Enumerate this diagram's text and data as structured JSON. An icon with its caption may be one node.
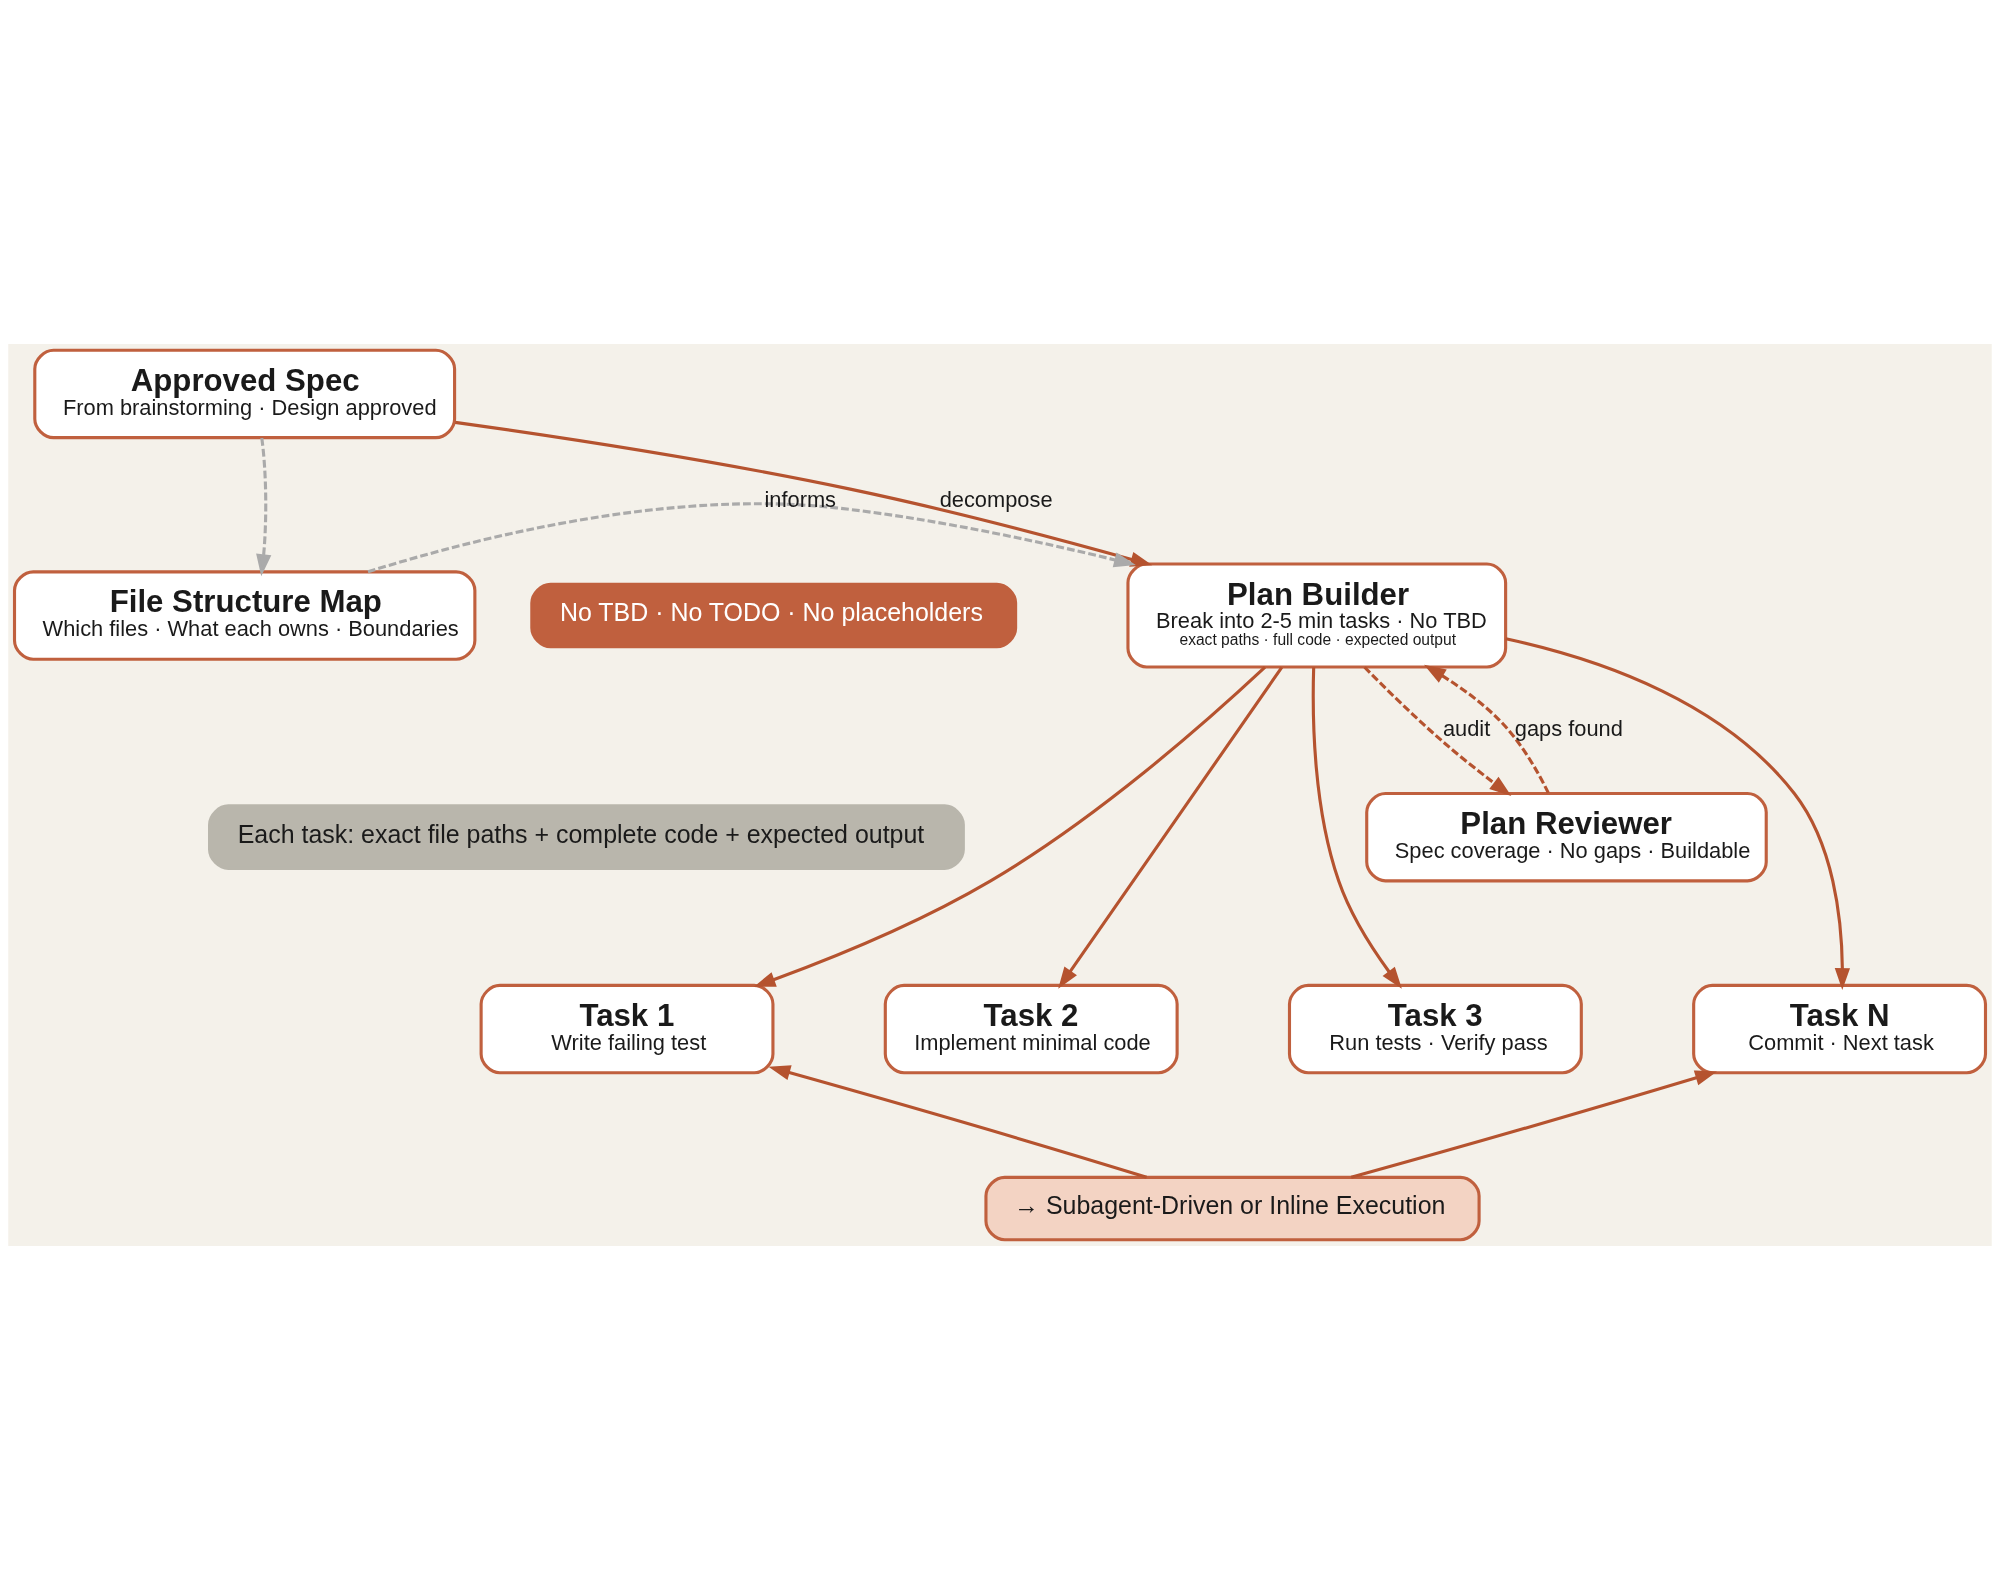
{
  "diagram": {
    "nodes": [
      {
        "text": [
          "Approved Spec",
          "From brainstorming · Design approved"
        ]
      },
      {
        "text": [
          "Plan Builder",
          "Break into 2-5 min tasks · No TBD",
          "exact paths · full code · expected output"
        ]
      },
      {
        "text": [
          "File Structure Map",
          "Which files · What each owns · Boundaries"
        ]
      },
      {
        "text": [
          "Plan Reviewer",
          "Spec coverage · No gaps · Buildable"
        ]
      },
      {
        "text": [
          "Task 1",
          "Write failing test"
        ]
      },
      {
        "text": [
          "Task 2",
          "Implement minimal code"
        ]
      },
      {
        "text": [
          "Task 3",
          "Run tests · Verify pass"
        ]
      },
      {
        "text": [
          "Task N",
          "Commit · Next task"
        ]
      },
      {
        "text": [
          "No TBD · No TODO · No placeholders"
        ]
      },
      {
        "text": [
          "Each task: exact file paths + complete code + expected output"
        ]
      },
      {
        "text": [
          "→ Subagent-Driven or Inline Execution"
        ]
      }
    ],
    "edges": [
      {
        "from": 0,
        "to": 1,
        "arrow": "to",
        "label": "decompose"
      },
      {
        "from": 0,
        "to": 2,
        "arrow": "to",
        "style": "dashed",
        "color": "#aaaaaa"
      },
      {
        "from": 2,
        "to": 1,
        "arrow": "to",
        "label": "informs",
        "style": "dashed",
        "color": "#aaaaaa"
      },
      {
        "from": 1,
        "to": 3,
        "arrow": "to",
        "label": "audit",
        "style": "dashed"
      },
      {
        "from": 3,
        "to": 1,
        "arrow": "to",
        "label": "gaps found",
        "style": "dashed"
      },
      {
        "from": 1,
        "to": 4,
        "arrow": "to"
      },
      {
        "from": 1,
        "to": 5,
        "arrow": "to"
      },
      {
        "from": 1,
        "to": 6,
        "arrow": "to"
      },
      {
        "from": 1,
        "to": 7,
        "arrow": "to"
      },
      {
        "from": 10,
        "to": 4,
        "arrow": "to"
      },
      {
        "from": 10,
        "to": 7,
        "arrow": "to"
      }
    ]
  }
}
